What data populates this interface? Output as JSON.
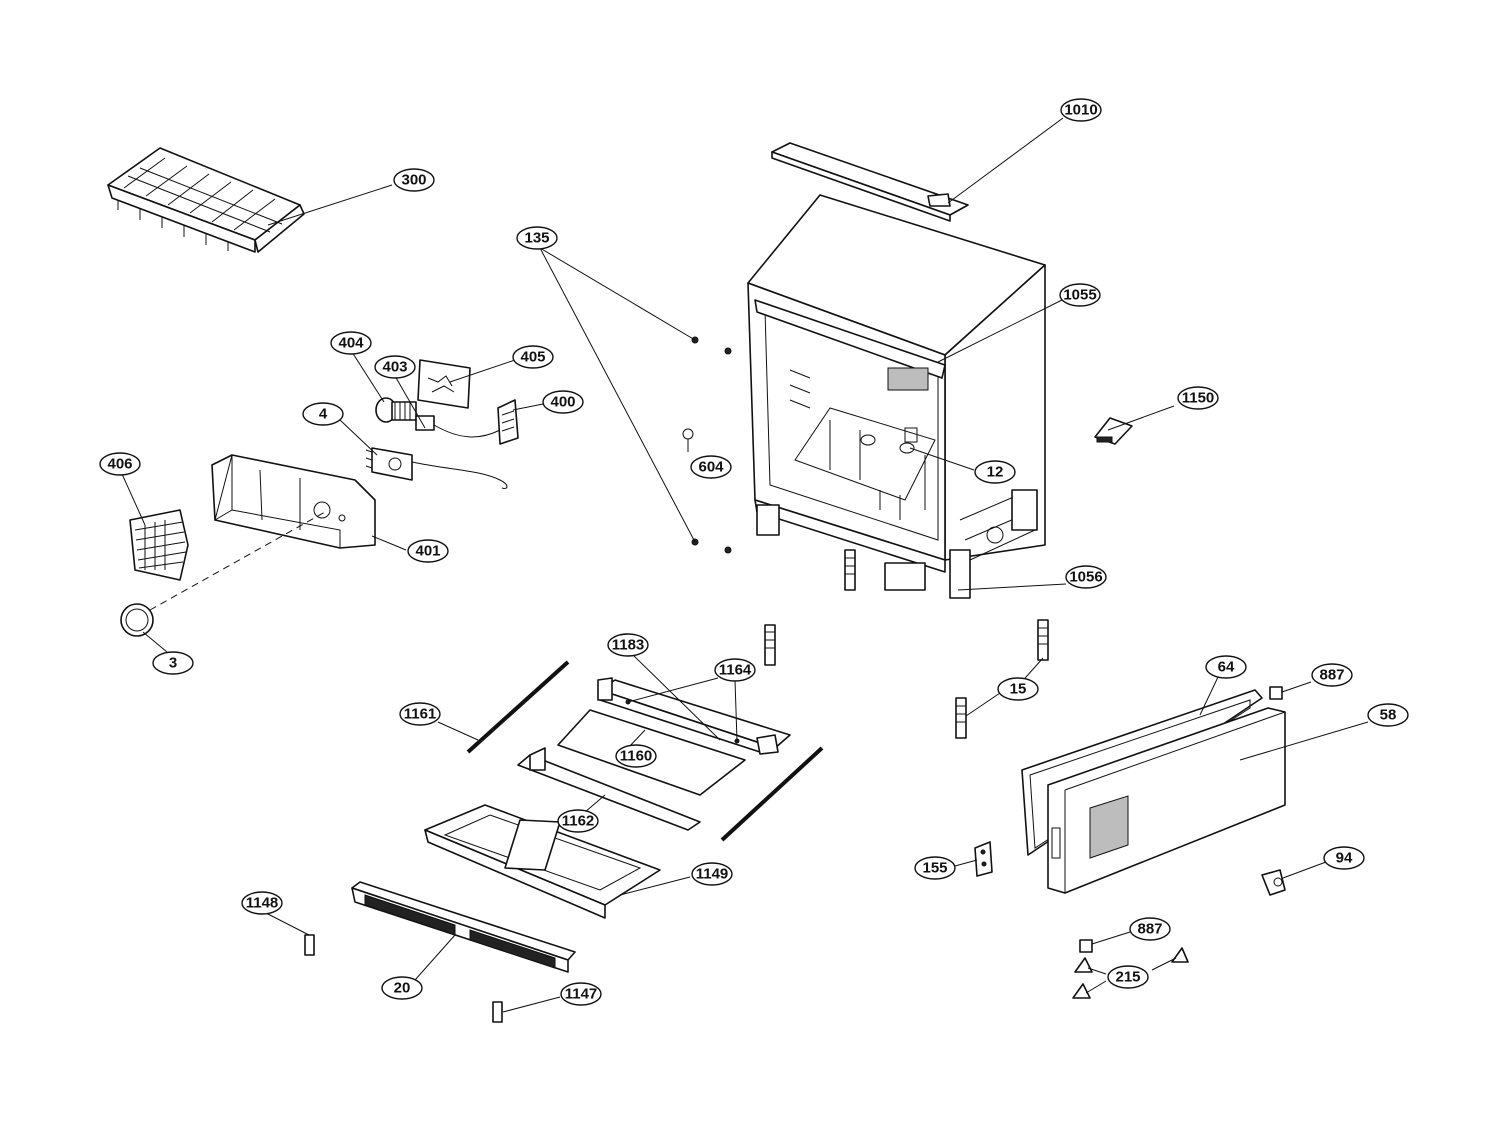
{
  "callouts": {
    "c1010": "1010",
    "c300": "300",
    "c135": "135",
    "c1055": "1055",
    "c404": "404",
    "c403": "403",
    "c405": "405",
    "c400": "400",
    "c4": "4",
    "c604": "604",
    "c1150": "1150",
    "c406": "406",
    "c12": "12",
    "c401": "401",
    "c1056": "1056",
    "c3": "3",
    "c1183": "1183",
    "c1164": "1164",
    "c64": "64",
    "c887a": "887",
    "c15": "15",
    "c1161": "1161",
    "c58": "58",
    "c1160": "1160",
    "c1162": "1162",
    "c94": "94",
    "c155": "155",
    "c1149": "1149",
    "c1148": "1148",
    "c887b": "887",
    "c215": "215",
    "c20": "20",
    "c1147": "1147"
  }
}
